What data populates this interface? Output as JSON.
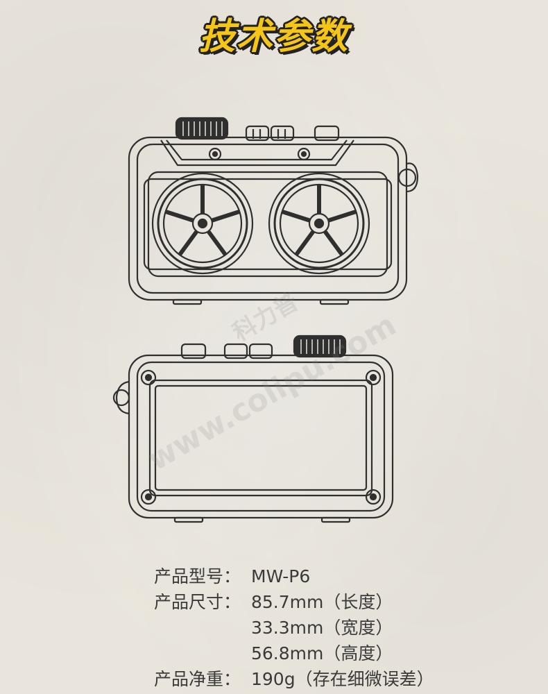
{
  "header": {
    "title": "技术参数"
  },
  "watermark": {
    "cn": "科力普",
    "url": "www.colipu.com"
  },
  "specs": {
    "model_label": "产品型号：",
    "model_value": "MW-P6",
    "size_label": "产品尺寸：",
    "size_length": "85.7mm（长度）",
    "size_width": "33.3mm（宽度）",
    "size_height": "56.8mm（高度）",
    "weight_label": "产品净重：",
    "weight_value": "190g（存在细微误差）"
  },
  "colors": {
    "title_fill": "#f5c518",
    "title_outline": "#222222",
    "line": "#2f2f2f"
  },
  "icons": [
    "speaker-front-view",
    "speaker-back-view"
  ]
}
